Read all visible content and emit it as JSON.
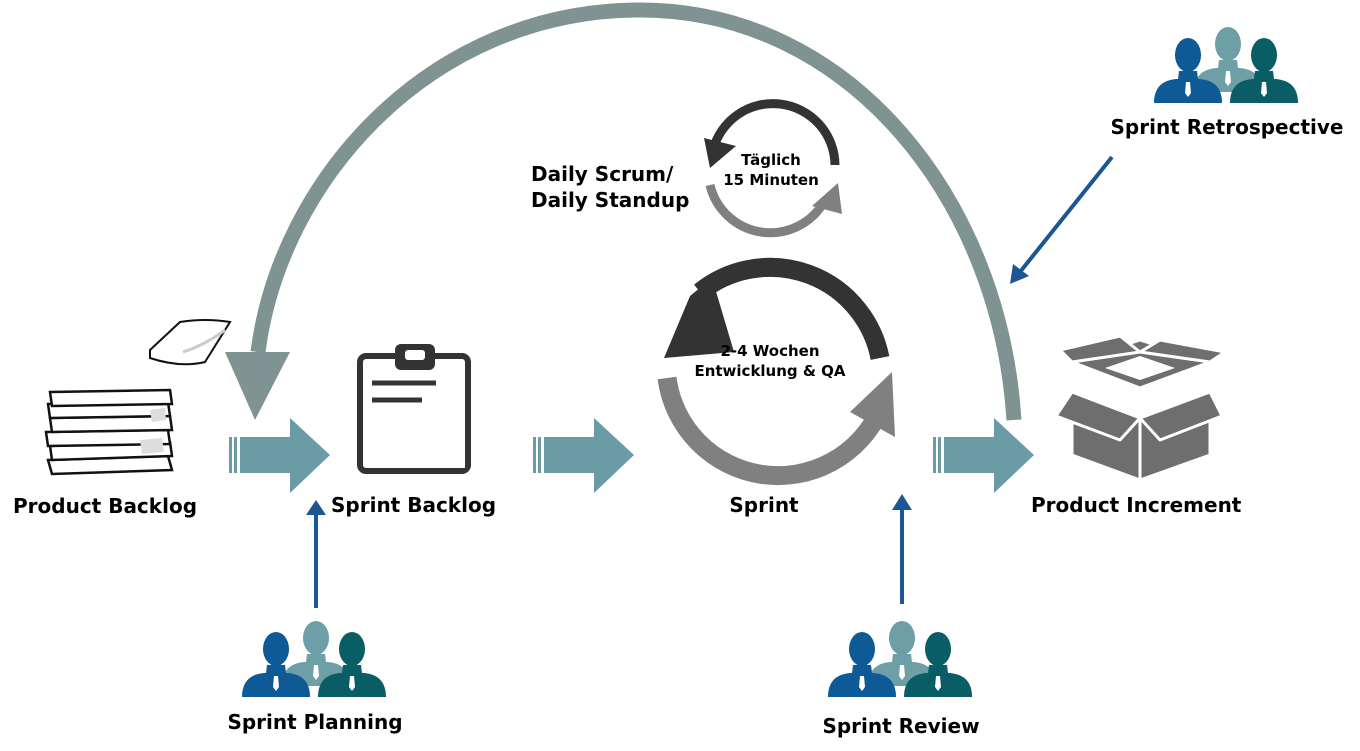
{
  "labels": {
    "product_backlog": "Product Backlog",
    "sprint_backlog": "Sprint Backlog",
    "sprint": "Sprint",
    "product_increment": "Product Increment",
    "sprint_planning": "Sprint Planning",
    "sprint_review": "Sprint Review",
    "sprint_retrospective": "Sprint Retrospective",
    "daily_line1": "Daily Scrum/",
    "daily_line2": "Daily Standup",
    "daily_cycle_line1": "Täglich",
    "daily_cycle_line2": "15 Minuten",
    "sprint_cycle_line1": "2-4 Wochen",
    "sprint_cycle_line2": "Entwicklung & QA"
  },
  "colors": {
    "flow_arrow": "#6B9CA6",
    "feedback_arc": "#7F9393",
    "cycle_dark": "#333333",
    "cycle_light": "#808080",
    "event_arrow": "#1D5694",
    "person_blue": "#0E5A96",
    "person_light": "#6E9EA6",
    "person_teal": "#095E66",
    "box_grey": "#6E6E6E",
    "clipboard": "#333333"
  },
  "icons": {
    "product_backlog": "paper-stack-icon",
    "sprint_backlog": "clipboard-icon",
    "product_increment": "open-box-icon",
    "events": "team-people-icon"
  }
}
